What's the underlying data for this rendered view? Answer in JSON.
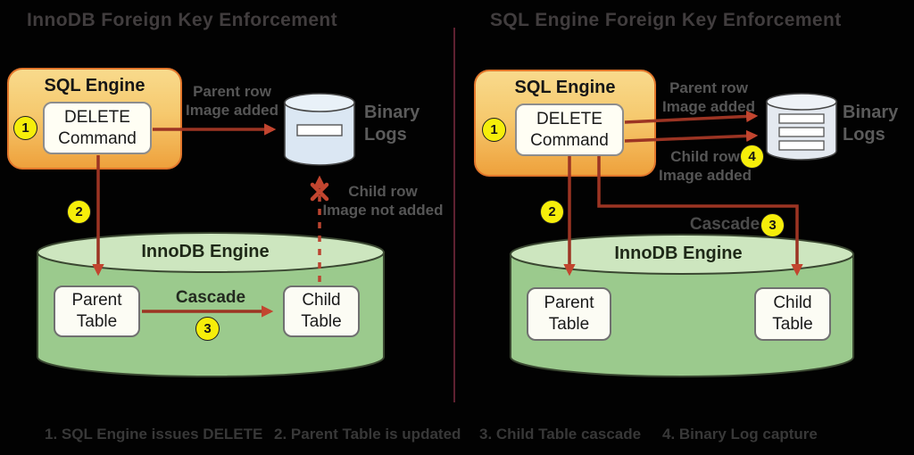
{
  "left": {
    "title": "InnoDB Foreign Key Enforcement",
    "sql_engine_label": "SQL Engine",
    "delete_command": "DELETE\nCommand",
    "parent_row_note": "Parent row\nImage added",
    "child_row_note": "Child row\nImage not added",
    "binary_logs_label": "Binary\nLogs",
    "cascade_label": "Cascade",
    "innodb_label": "InnoDB Engine",
    "parent_table": "Parent\nTable",
    "child_table": "Child\nTable",
    "steps": [
      "1",
      "2",
      "3"
    ]
  },
  "right": {
    "title": "SQL Engine Foreign Key Enforcement",
    "sql_engine_label": "SQL Engine",
    "delete_command": "DELETE\nCommand",
    "parent_row_note": "Parent row\nImage added",
    "child_row_note": "Child row\nImage added",
    "binary_logs_label": "Binary\nLogs",
    "cascade_label": "Cascade",
    "innodb_label": "InnoDB Engine",
    "parent_table": "Parent\nTable",
    "child_table": "Child\nTable",
    "steps": [
      "1",
      "2",
      "3",
      "4"
    ]
  },
  "footer": {
    "items": [
      "1. SQL Engine issues DELETE",
      "2. Parent Table is updated",
      "3. Child Table cascade",
      "4. Binary Log capture"
    ]
  },
  "colors": {
    "background": "#020202",
    "title_text": "#413d3e",
    "muted_note": "#565656",
    "footer_text": "#383838",
    "arrow": "#9c3423",
    "arrowhead": "#c2452f",
    "blocked_dash": "#bb4430",
    "divider": "#5e2130",
    "step_badge": "#f6ee0a",
    "sql_box_gradient_top": "#f8da8c",
    "sql_box_gradient_bottom": "#eea13c",
    "sql_box_border": "#e2762b",
    "innodb_cylinder_body": "#9bca8d",
    "innodb_cylinder_top": "#cde6bf",
    "binary_cylinder_body": "#dbe7f3",
    "binary_cylinder_top": "#e9f1f8"
  }
}
